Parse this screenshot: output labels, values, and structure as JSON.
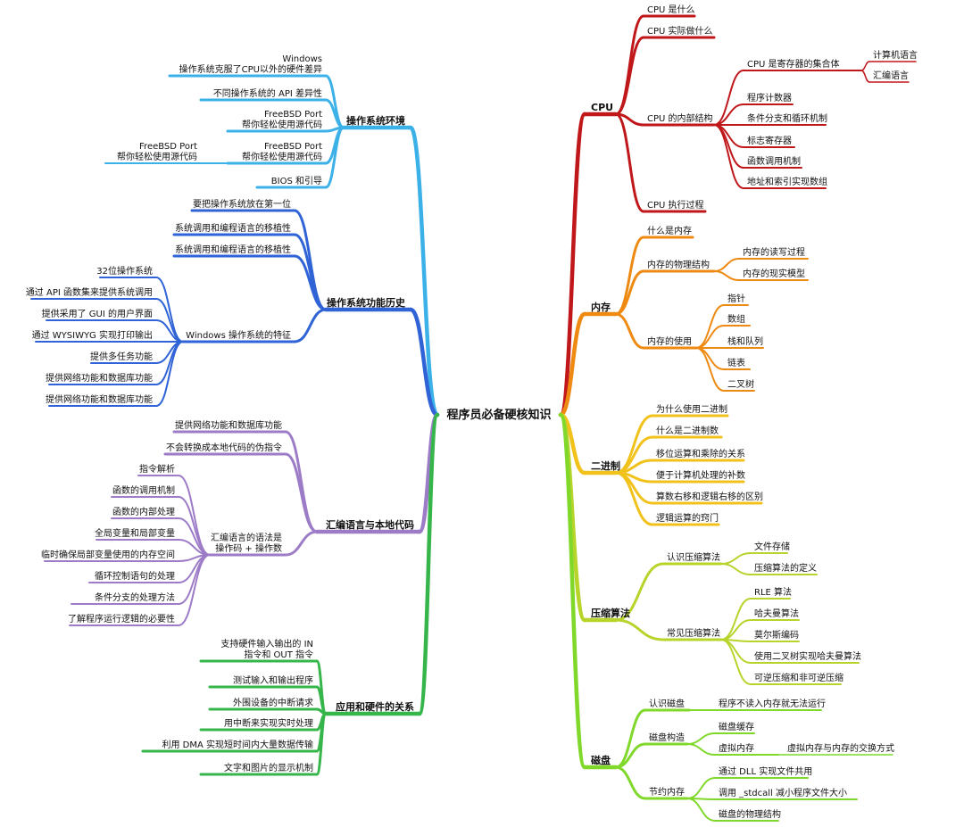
{
  "root": "程序员必备硬核知识",
  "colors": {
    "cpu": "#c0171b",
    "memory": "#ee8a12",
    "binary": "#f2c21c",
    "compression": "#b6d42a",
    "disk": "#7fd82a",
    "os_env": "#3cb1e8",
    "os_hist": "#2f63d6",
    "asm": "#9c7bc7",
    "hw": "#36b54a"
  },
  "right": {
    "cpu": {
      "label": "CPU",
      "children": [
        {
          "label": "CPU 是什么"
        },
        {
          "label": "CPU 实际做什么"
        },
        {
          "label": "CPU 的内部结构",
          "children": [
            {
              "label": "CPU 是寄存器的集合体",
              "children": [
                {
                  "label": "计算机语言"
                },
                {
                  "label": "汇编语言"
                }
              ]
            },
            {
              "label": "程序计数器"
            },
            {
              "label": "条件分支和循环机制"
            },
            {
              "label": "标志寄存器"
            },
            {
              "label": "函数调用机制"
            },
            {
              "label": "地址和索引实现数组"
            }
          ]
        },
        {
          "label": "CPU 执行过程"
        }
      ]
    },
    "memory": {
      "label": "内存",
      "children": [
        {
          "label": "什么是内存"
        },
        {
          "label": "内存的物理结构",
          "children": [
            {
              "label": "内存的读写过程"
            },
            {
              "label": "内存的现实模型"
            }
          ]
        },
        {
          "label": "内存的使用",
          "children": [
            {
              "label": "指针"
            },
            {
              "label": "数组"
            },
            {
              "label": "栈和队列"
            },
            {
              "label": "链表"
            },
            {
              "label": "二叉树"
            }
          ]
        }
      ]
    },
    "binary": {
      "label": "二进制",
      "children": [
        {
          "label": "为什么使用二进制"
        },
        {
          "label": "什么是二进制数"
        },
        {
          "label": "移位运算和乘除的关系"
        },
        {
          "label": "便于计算机处理的补数"
        },
        {
          "label": "算数右移和逻辑右移的区别"
        },
        {
          "label": "逻辑运算的窍门"
        }
      ]
    },
    "compression": {
      "label": "压缩算法",
      "children": [
        {
          "label": "认识压缩算法",
          "children": [
            {
              "label": "文件存储"
            },
            {
              "label": "压缩算法的定义"
            }
          ]
        },
        {
          "label": "常见压缩算法",
          "children": [
            {
              "label": "RLE 算法"
            },
            {
              "label": "哈夫曼算法"
            },
            {
              "label": "莫尔斯编码"
            },
            {
              "label": "使用二叉树实现哈夫曼算法"
            },
            {
              "label": "可逆压缩和非可逆压缩"
            }
          ]
        }
      ]
    },
    "disk": {
      "label": "磁盘",
      "children": [
        {
          "label": "认识磁盘",
          "children": [
            {
              "label": "程序不读入内存就无法运行"
            }
          ]
        },
        {
          "label": "磁盘构造",
          "children": [
            {
              "label": "磁盘缓存"
            },
            {
              "label": "虚拟内存",
              "children": [
                {
                  "label": "虚拟内存与内存的交换方式"
                }
              ]
            }
          ]
        },
        {
          "label": "节约内存",
          "children": [
            {
              "label": "通过 DLL 实现文件共用"
            },
            {
              "label": "调用 _stdcall 减小程序文件大小"
            },
            {
              "label": "磁盘的物理结构"
            }
          ]
        }
      ]
    }
  },
  "left": {
    "os_env": {
      "label": "操作系统环境",
      "children": [
        {
          "label": [
            "Windows",
            "操作系统克服了CPU以外的硬件差异"
          ]
        },
        {
          "label": "不同操作系统的 API 差异性"
        },
        {
          "label": [
            "FreeBSD Port",
            "帮你轻松使用源代码"
          ]
        },
        {
          "label": [
            "FreeBSD Port",
            "帮你轻松使用源代码"
          ],
          "children": [
            {
              "label": [
                "FreeBSD Port",
                "帮你轻松使用源代码"
              ]
            }
          ]
        },
        {
          "label": "BIOS 和引导"
        }
      ]
    },
    "os_hist": {
      "label": "操作系统功能历史",
      "children": [
        {
          "label": "要把操作系统放在第一位"
        },
        {
          "label": "系统调用和编程语言的移植性"
        },
        {
          "label": "系统调用和编程语言的移植性"
        },
        {
          "label": "Windows 操作系统的特征",
          "children": [
            {
              "label": "32位操作系统"
            },
            {
              "label": "通过 API 函数集来提供系统调用"
            },
            {
              "label": "提供采用了 GUI 的用户界面"
            },
            {
              "label": "通过 WYSIWYG 实现打印输出"
            },
            {
              "label": "提供多任务功能"
            },
            {
              "label": "提供网络功能和数据库功能"
            },
            {
              "label": "提供网络功能和数据库功能"
            }
          ]
        }
      ]
    },
    "asm": {
      "label": "汇编语言与本地代码",
      "children": [
        {
          "label": "提供网络功能和数据库功能"
        },
        {
          "label": "不会转换成本地代码的伪指令"
        },
        {
          "label": [
            "汇编语言的语法是",
            "操作码 + 操作数"
          ],
          "children": [
            {
              "label": "指令解析"
            },
            {
              "label": "函数的调用机制"
            },
            {
              "label": "函数的内部处理"
            },
            {
              "label": "全局变量和局部变量"
            },
            {
              "label": "临时确保局部变量使用的内存空间"
            },
            {
              "label": "循环控制语句的处理"
            },
            {
              "label": "条件分支的处理方法"
            },
            {
              "label": "了解程序运行逻辑的必要性"
            }
          ]
        }
      ]
    },
    "hw": {
      "label": "应用和硬件的关系",
      "children": [
        {
          "label": [
            "支持硬件输入输出的 IN",
            "指令和 OUT 指令"
          ]
        },
        {
          "label": "测试输入和输出程序"
        },
        {
          "label": "外围设备的中断请求"
        },
        {
          "label": "用中断来实现实时处理"
        },
        {
          "label": "利用 DMA 实现短时间内大量数据传输"
        },
        {
          "label": "文字和图片的显示机制"
        }
      ]
    }
  }
}
